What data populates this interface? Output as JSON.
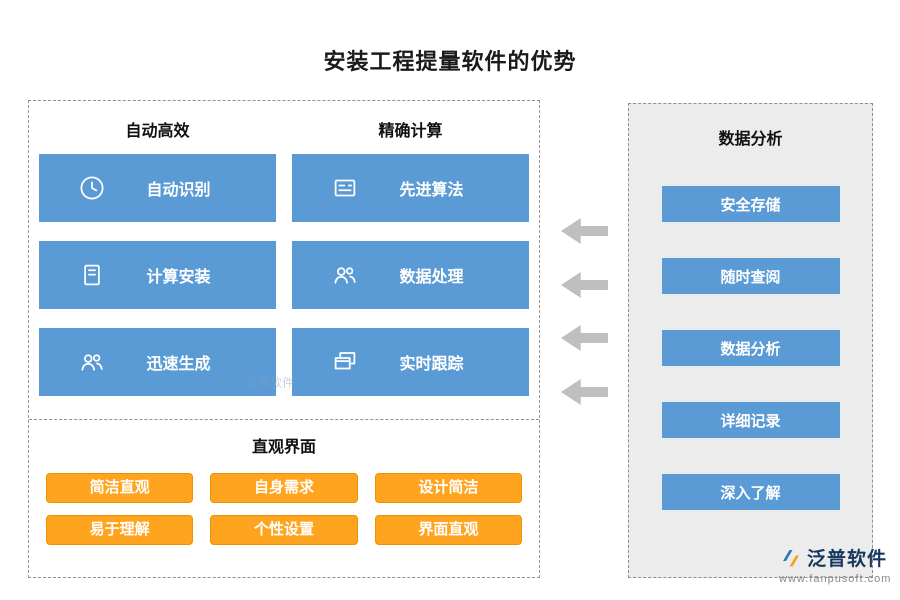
{
  "title": "安装工程提量软件的优势",
  "left_panel": {
    "columns": [
      {
        "header": "自动高效",
        "cards": [
          {
            "icon": "clock-icon",
            "label": "自动识别"
          },
          {
            "icon": "notebook-icon",
            "label": "计算安装"
          },
          {
            "icon": "group-icon",
            "label": "迅速生成"
          }
        ]
      },
      {
        "header": "精确计算",
        "cards": [
          {
            "icon": "id-card-icon",
            "label": "先进算法"
          },
          {
            "icon": "users-icon",
            "label": "数据处理"
          },
          {
            "icon": "windows-icon",
            "label": "实时跟踪"
          }
        ]
      }
    ],
    "bottom": {
      "header": "直观界面",
      "buttons": [
        "简洁直观",
        "自身需求",
        "设计简洁",
        "易于理解",
        "个性设置",
        "界面直观"
      ]
    }
  },
  "right_panel": {
    "header": "数据分析",
    "buttons": [
      "安全存储",
      "随时查阅",
      "数据分析",
      "详细记录",
      "深入了解"
    ]
  },
  "watermark_text": "泛普软件",
  "logo": {
    "name": "泛普软件",
    "url": "www.fanpusoft.com"
  },
  "colors": {
    "card_blue": "#5B9BD5",
    "button_orange": "#FFA41E",
    "arrow_gray": "#BFBFBF"
  }
}
